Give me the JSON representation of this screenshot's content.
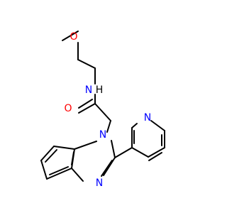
{
  "structure": {
    "atoms": {
      "methoxy_o": "O",
      "amide_n": "N",
      "amide_h": "H",
      "carbonyl_o": "O",
      "benzimidazole_n1": "N",
      "benzimidazole_n3": "N",
      "pyridine_n": "N"
    },
    "colors": {
      "bond": "#000000",
      "oxygen": "#ff0000",
      "nitrogen": "#0000ff"
    }
  }
}
